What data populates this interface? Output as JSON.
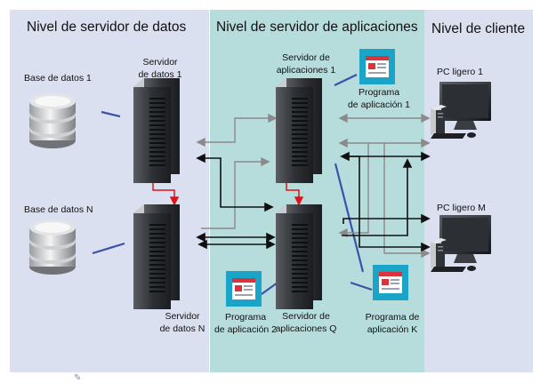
{
  "tiers": {
    "data": "Nivel de servidor de datos",
    "app": "Nivel de servidor de aplicaciones",
    "client": "Nivel de cliente"
  },
  "databases": {
    "db1": "Base de datos 1",
    "dbN": "Base de datos N"
  },
  "data_servers": {
    "s1_line1": "Servidor",
    "s1_line2": "de datos 1",
    "sN_line1": "Servidor",
    "sN_line2": "de datos N"
  },
  "app_servers": {
    "a1_line1": "Servidor de",
    "a1_line2": "aplicaciones 1",
    "aQ_line1": "Servidor de",
    "aQ_line2": "aplicaciones Q"
  },
  "programs": {
    "p1_line1": "Programa",
    "p1_line2": "de aplicación 1",
    "p2_line1": "Programa",
    "p2_line2": "de aplicación 2",
    "pK_line1": "Programa de aplicación K"
  },
  "clients": {
    "pc1": "PC ligero 1",
    "pcM": "PC ligero M"
  },
  "colors": {
    "data_tier_bg": "#dbe0f0",
    "app_tier_bg": "#b7dcdc",
    "connector_blue": "#3a52a8",
    "replication_red": "#e0121a",
    "request_gray": "#8a8a8a",
    "response_black": "#111111",
    "program_icon_bg": "#1aa4c7"
  }
}
